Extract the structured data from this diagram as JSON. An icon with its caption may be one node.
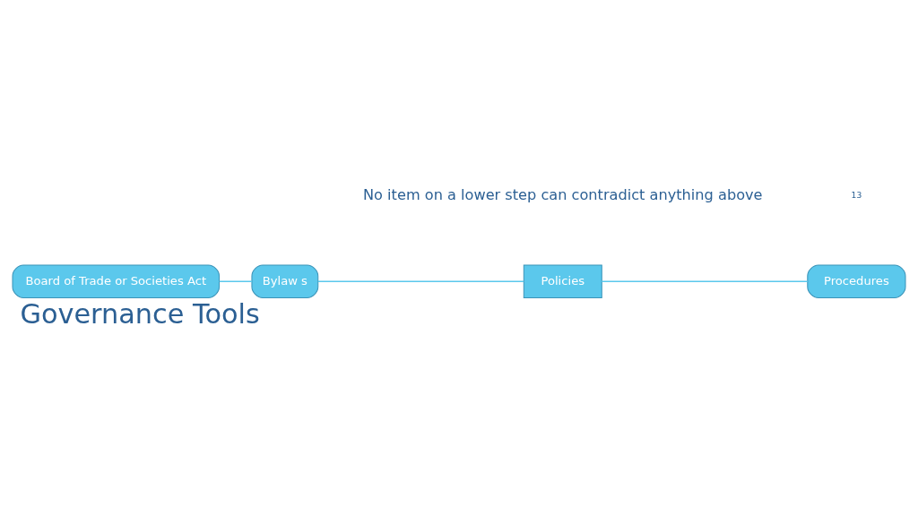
{
  "diagram": {
    "title": "Governance Tools",
    "nodes": [
      {
        "text": [
          "Board of Trade or Societies Act"
        ]
      },
      {
        "text": [
          "Bylaw s"
        ]
      },
      {
        "text": [
          "Policies"
        ]
      },
      {
        "text": [
          "Procedures"
        ]
      }
    ],
    "edges": [
      {
        "from": 0,
        "to": 1,
        "arrow": "none"
      },
      {
        "from": 1,
        "to": 2,
        "arrow": "none"
      },
      {
        "from": 2,
        "to": 3,
        "arrow": "none"
      }
    ],
    "labels": [
      "No item on a lower step can contradict anything above",
      "13"
    ]
  }
}
